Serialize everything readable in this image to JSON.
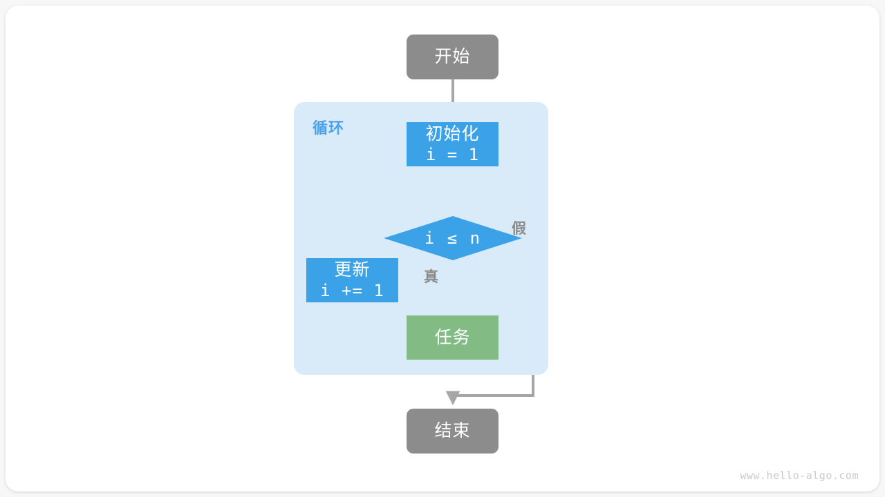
{
  "diagram": {
    "title_watermark": "www.hello-algo.com",
    "loop_container_label": "循环",
    "colors": {
      "terminator_gray": "#8c8c8c",
      "process_blue": "#3ba2e8",
      "process_green": "#82bc84",
      "loop_fill": "#d9eaf8",
      "loop_label": "#4aa3e8",
      "connector": "#a6a6a6",
      "canvas": "#ffffff",
      "page_background": "#f7f7f7"
    },
    "nodes": {
      "start": {
        "label": "开始",
        "shape": "terminator"
      },
      "init": {
        "label": "初始化",
        "code": "i = 1",
        "shape": "process"
      },
      "condition": {
        "label": "i ≤ n",
        "shape": "decision"
      },
      "task": {
        "label": "任务",
        "shape": "process"
      },
      "update": {
        "label": "更新",
        "code": "i += 1",
        "shape": "process"
      },
      "end": {
        "label": "结束",
        "shape": "terminator"
      }
    },
    "branch_labels": {
      "true": "真",
      "false": "假"
    }
  }
}
